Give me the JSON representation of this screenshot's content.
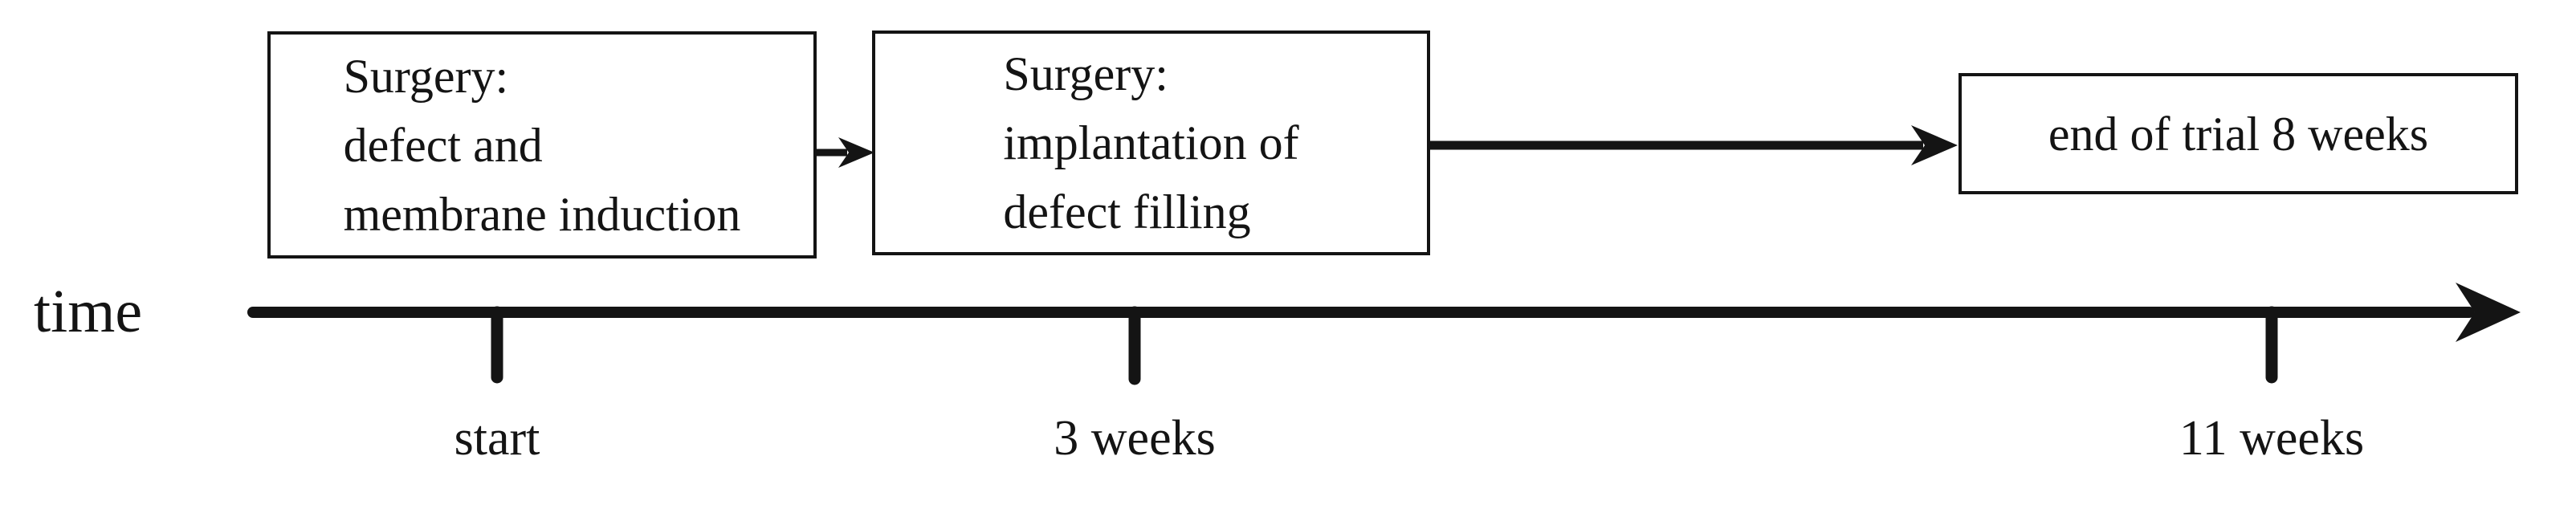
{
  "figure": {
    "background_color": "#ffffff",
    "ink_color": "#141414",
    "time_axis": {
      "label": "time",
      "ticks": [
        {
          "label": "start"
        },
        {
          "label": "3 weeks"
        },
        {
          "label": "11 weeks"
        }
      ]
    },
    "boxes": [
      {
        "name": "surgery-induction",
        "lines": [
          "Surgery:",
          "defect and",
          "membrane induction"
        ]
      },
      {
        "name": "surgery-implantation",
        "lines": [
          "Surgery:",
          "implantation of",
          "defect filling"
        ]
      },
      {
        "name": "end-of-trial",
        "lines": [
          "end of trial 8 weeks"
        ]
      }
    ]
  }
}
